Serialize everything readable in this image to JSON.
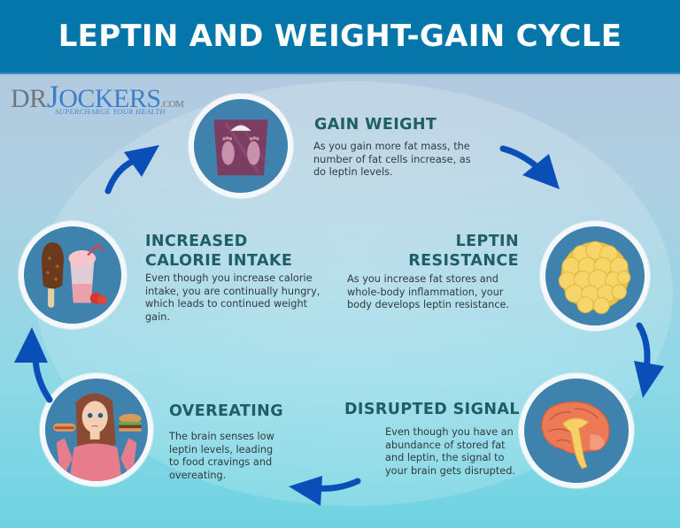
{
  "header": {
    "title": "LEPTIN AND WEIGHT-GAIN CYCLE",
    "bg_color": "#0476a9"
  },
  "logo": {
    "dr": "DR",
    "j": "J",
    "ockers": "OCKERS",
    "com": ".COM",
    "tagline": "SUPERCHARGE YOUR HEALTH"
  },
  "steps": [
    {
      "id": "gain-weight",
      "title": "GAIN WEIGHT",
      "icon": "bathroom-scale-icon",
      "description": "As you gain more fat mass, the number of fat cells increase, as do leptin levels."
    },
    {
      "id": "leptin-resistance",
      "title_lines": [
        "LEPTIN",
        "RESISTANCE"
      ],
      "icon": "fat-cells-icon",
      "description": "As you increase fat stores and whole-body inflammation, your body develops leptin resistance."
    },
    {
      "id": "disrupted-signal",
      "title": "DISRUPTED SIGNAL",
      "icon": "brain-icon",
      "description": "Even though you have an abundance of stored fat and leptin, the signal to your brain gets disrupted."
    },
    {
      "id": "overeating",
      "title": "OVEREATING",
      "icon": "woman-eating-icon",
      "description": "The brain senses low leptin levels, leading to food cravings and overeating."
    },
    {
      "id": "increased-calorie-intake",
      "title_lines": [
        "INCREASED",
        "CALORIE INTAKE"
      ],
      "icon": "ice-cream-milkshake-icon",
      "description": "Even though you increase calorie intake, you are continually hungry, which leads to continued weight gain."
    }
  ],
  "colors": {
    "title_text": "#1d5e67",
    "arrow": "#0a4fb8",
    "circle_bg": "#3e82ad"
  }
}
